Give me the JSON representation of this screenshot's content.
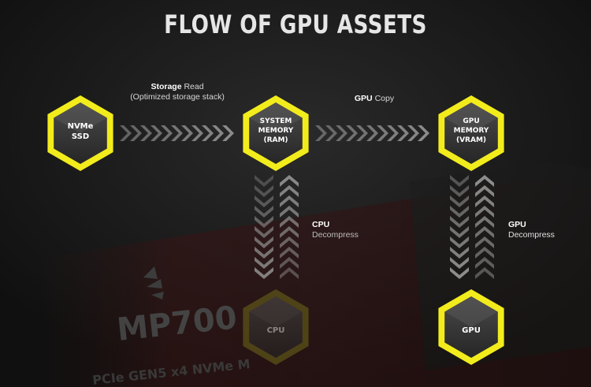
{
  "title": "FLOW OF GPU ASSETS",
  "nodes": {
    "nvme": {
      "line1": "NVMe",
      "line2": "SSD"
    },
    "ram": {
      "line1": "SYSTEM",
      "line2": "MEMORY",
      "line3": "(RAM)"
    },
    "vram": {
      "line1": "GPU",
      "line2": "MEMORY",
      "line3": "(VRAM)"
    },
    "cpu": {
      "label": "CPU"
    },
    "gpu": {
      "label": "GPU"
    }
  },
  "flows": {
    "storage_read": {
      "bold": "Storage",
      "text": " Read",
      "sub": "(Optimized storage stack)"
    },
    "gpu_copy": {
      "bold": "GPU",
      "text": " Copy"
    },
    "cpu_decompress": {
      "bold": "CPU",
      "sub": "Decompress"
    },
    "gpu_decompress": {
      "bold": "GPU",
      "sub": "Decompress"
    }
  },
  "background": {
    "product": "MP700",
    "product_sub": "PCIe GEN5 x4 NVMe M"
  },
  "colors": {
    "accent": "#f2ec1c",
    "accent_dim": "#6e6a1a",
    "hex_fill": "#3a3a3a",
    "chevron_light": "#9a9a9a",
    "chevron_dark": "#555555"
  }
}
